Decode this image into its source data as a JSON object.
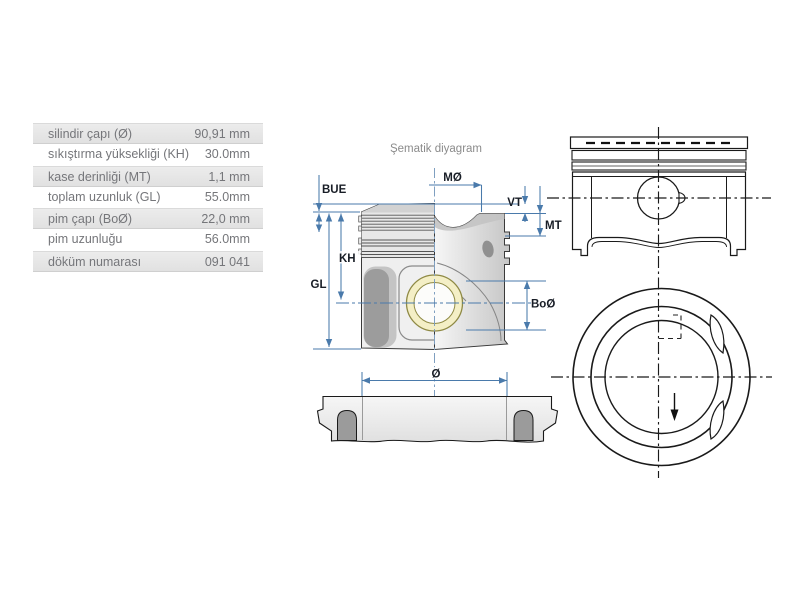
{
  "page": {
    "background": "#ffffff"
  },
  "spec_table": {
    "rows": [
      {
        "label": "silindir çapı (Ø)",
        "value": "90,91 mm"
      },
      {
        "label": "sıkıştırma yüksekliği (KH)",
        "value": "30.0mm"
      },
      {
        "label": "kase derinliği (MT)",
        "value": "1,1 mm"
      },
      {
        "label": "toplam uzunluk (GL)",
        "value": "55.0mm"
      },
      {
        "label": "pim çapı (BoØ)",
        "value": "22,0 mm"
      },
      {
        "label": "pim uzunluğu",
        "value": "56.0mm"
      },
      {
        "label": "döküm numarası",
        "value": "091 041"
      }
    ]
  },
  "diagram": {
    "title": "Şematik diyagram",
    "labels": {
      "bue": "BUE",
      "mo": "MØ",
      "vt": "VT",
      "mt": "MT",
      "kh": "KH",
      "gl": "GL",
      "bo": "BoØ",
      "dia": "Ø"
    },
    "colors": {
      "dimension_line": "#4a7aab",
      "label_text": "#181d26",
      "title_text": "#8b8b8b",
      "line_art": "#1a1a1a",
      "pin_ring_fill": "#f4efc6",
      "pin_ring_outline": "#8f8a45",
      "table_row_shade": "#e6e6e6",
      "table_text": "#75767a"
    }
  }
}
